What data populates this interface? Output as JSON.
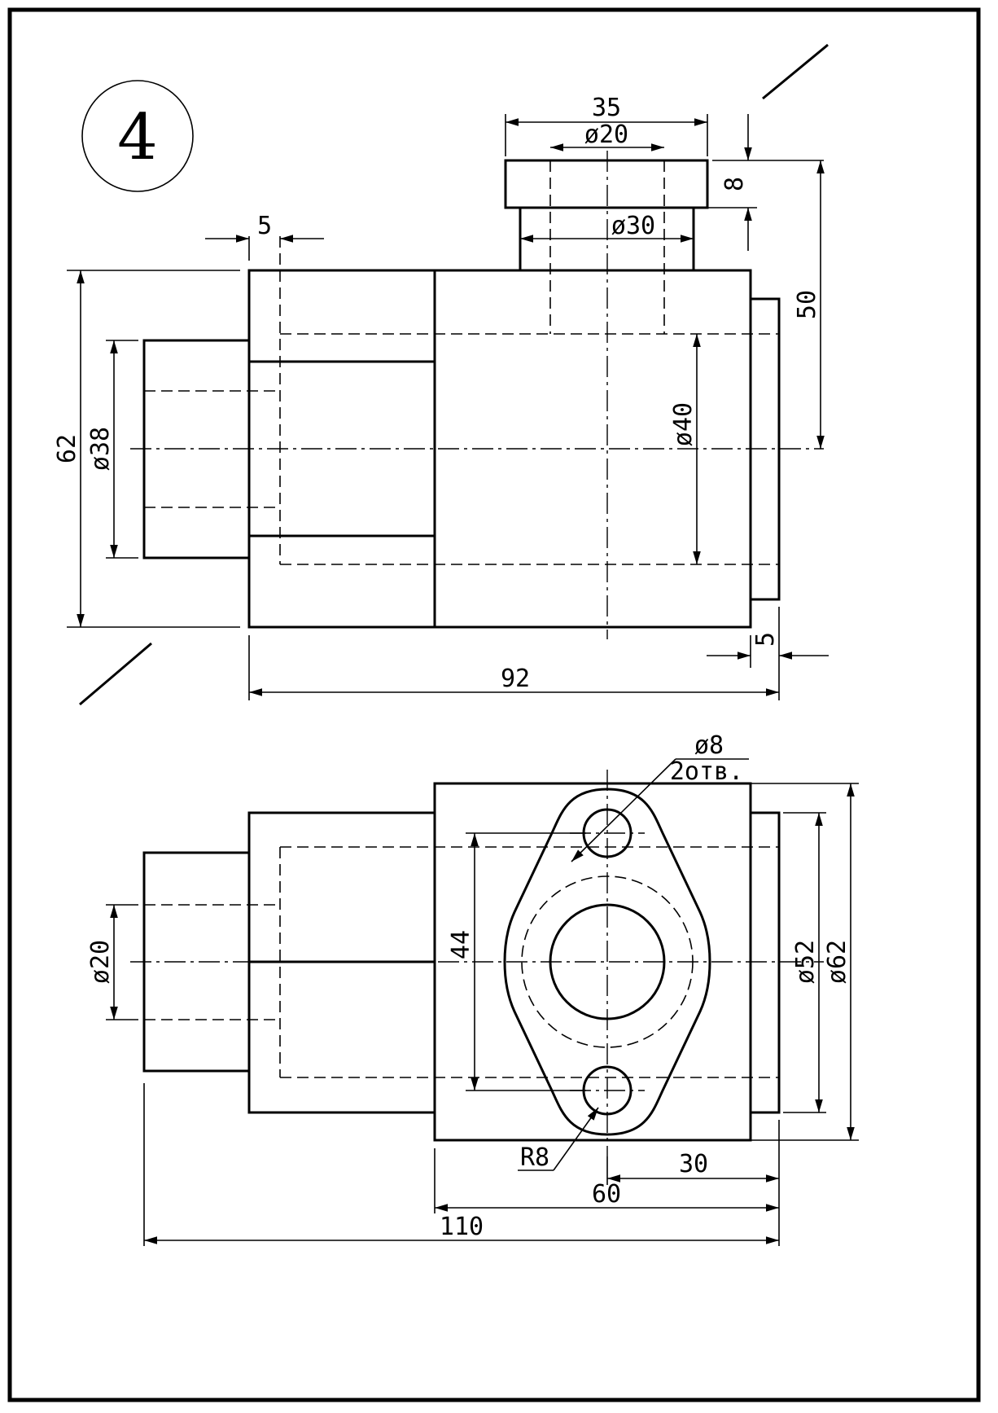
{
  "sheet_number": "4",
  "front_view": {
    "dims": {
      "width_35": "35",
      "dia_20": "ø20",
      "dia_30": "ø30",
      "height_8": "8",
      "wall_5": "5",
      "height_50": "50",
      "height_62": "62",
      "dia_38": "ø38",
      "dia_40": "ø40",
      "flange_5": "5",
      "length_92": "92"
    }
  },
  "top_view": {
    "dims": {
      "dia_8": "ø8",
      "holes": "2отв.",
      "dist_44": "44",
      "dia_20": "ø20",
      "dia_52": "ø52",
      "dia_62": "ø62",
      "radius_8": "R8",
      "dist_30": "30",
      "dist_60": "60",
      "length_110": "110"
    }
  }
}
